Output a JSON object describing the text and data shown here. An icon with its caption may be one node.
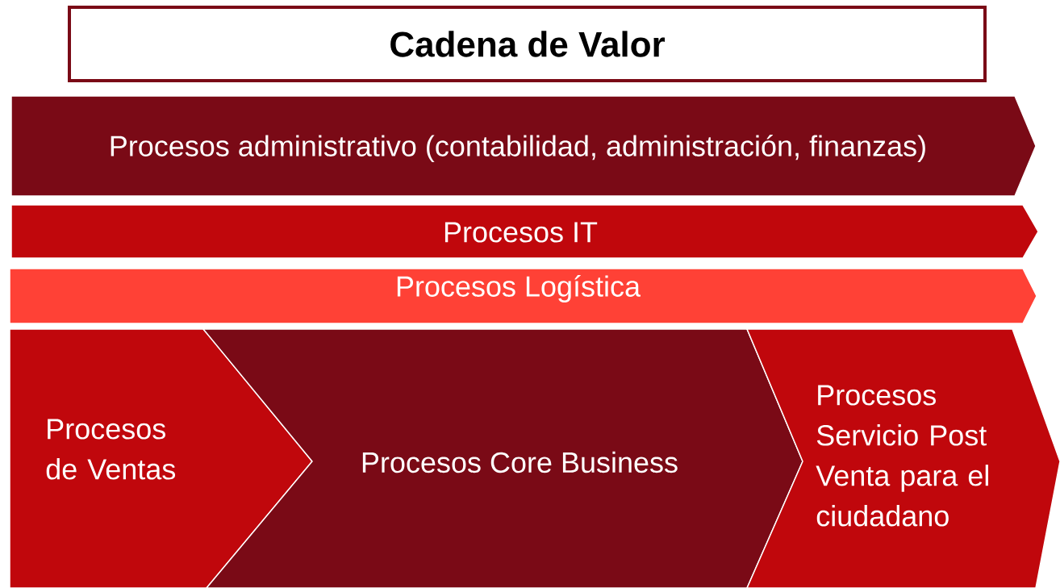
{
  "diagram": {
    "title": "Cadena de Valor",
    "nodes": [
      {
        "text": [
          "Procesos administrativo (contabilidad, administración, finanzas)"
        ]
      },
      {
        "text": [
          "Procesos IT"
        ]
      },
      {
        "text": [
          "Procesos  Logística"
        ]
      },
      {
        "text": [
          "Procesos de Ventas"
        ]
      },
      {
        "text": [
          "Procesos Core Business"
        ]
      },
      {
        "text": [
          "Procesos Servicio Post Venta para el ciudadano"
        ]
      }
    ]
  }
}
